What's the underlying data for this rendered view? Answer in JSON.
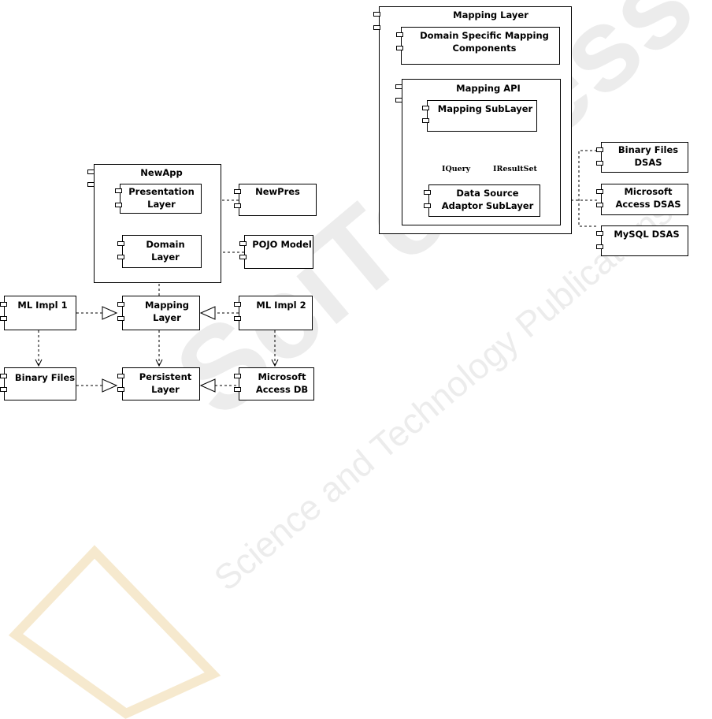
{
  "watermark": {
    "brand": "SciTePress",
    "tagline": "Science and Technology Publications",
    "color": "#e6e6e6",
    "accent_color": "#f6e7c9"
  },
  "left_diagram": {
    "new_app": "NewApp",
    "presentation_layer": [
      "Presentation",
      "Layer"
    ],
    "domain_layer": [
      "Domain",
      "Layer"
    ],
    "new_pres": "NewPres",
    "pojo_model": "POJO Model",
    "mapping_layer": [
      "Mapping",
      "Layer"
    ],
    "ml_impl_1": "ML Impl 1",
    "ml_impl_2": "ML Impl 2",
    "persistent_layer": [
      "Persistent",
      "Layer"
    ],
    "binary_files": "Binary Files",
    "microsoft_access_db": [
      "Microsoft",
      "Access DB"
    ]
  },
  "right_diagram": {
    "mapping_layer": "Mapping Layer",
    "domain_specific_components": [
      "Domain Specific Mapping",
      "Components"
    ],
    "mapping_api": "Mapping API",
    "mapping_sublayer": "Mapping SubLayer",
    "iquery": "IQuery",
    "iresultset": "IResultSet",
    "data_source_adaptor": [
      "Data Source",
      "Adaptor SubLayer"
    ],
    "binary_files_dsas": [
      "Binary Files",
      "DSAS"
    ],
    "microsoft_access_dsas": [
      "Microsoft",
      "Access DSAS"
    ],
    "mysql_dsas": "MySQL DSAS"
  }
}
